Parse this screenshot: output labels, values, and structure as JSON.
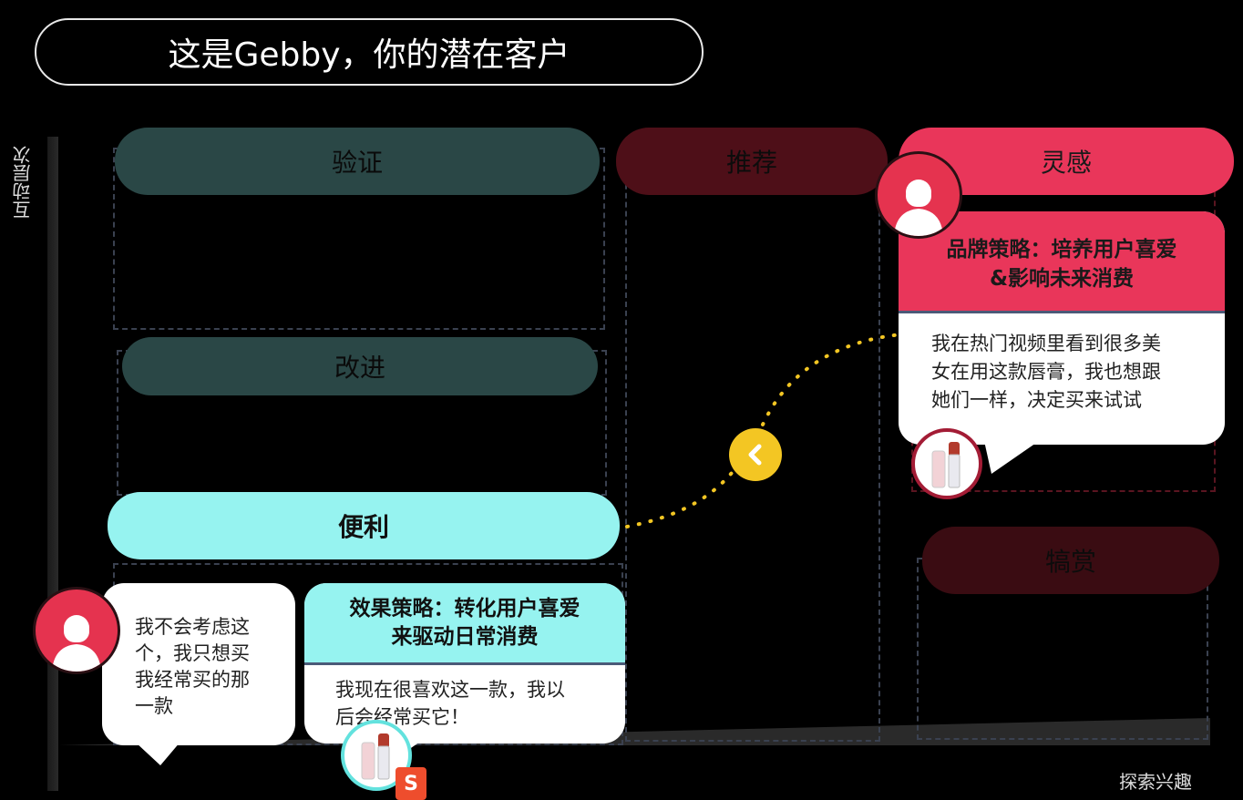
{
  "header": {
    "title": "这是Gebby，你的潜在客户"
  },
  "axes": {
    "y_label": "互动层次",
    "x_label": "探索兴趣"
  },
  "stages": {
    "verify": "验证",
    "improve": "改进",
    "convenience": "便利",
    "recommend": "推荐",
    "inspiration": "灵感",
    "reward": "犒赏"
  },
  "inspiration_card": {
    "strategy_line1": "品牌策略：培养用户喜爱",
    "strategy_line2": "&影响未来消费",
    "quote_line1": "我在热门视频里看到很多美",
    "quote_line2": "女在用这款唇膏，我也想跟",
    "quote_line3": "她们一样，决定买来试试"
  },
  "convenience_quote": {
    "line1": "我不会考虑这",
    "line2": "个，我只想买",
    "line3": "我经常买的那",
    "line4": "一款"
  },
  "performance_card": {
    "strategy_line1": "效果策略：转化用户喜爱",
    "strategy_line2": "来驱动日常消费",
    "quote_line1": "我现在很喜欢这一款，我以",
    "quote_line2": "后会经常买它！"
  },
  "shop_badge": {
    "letter": "S"
  },
  "colors": {
    "accent_pink": "#e9365a",
    "cyan": "#96f3f0",
    "teal_dark": "#2a4746",
    "maroon": "#4e0f18",
    "arrow_yellow": "#f3c623"
  },
  "icons": [
    "user-avatar-icon",
    "lipstick-product-icon",
    "chevron-left-icon",
    "shopping-bag-icon"
  ]
}
